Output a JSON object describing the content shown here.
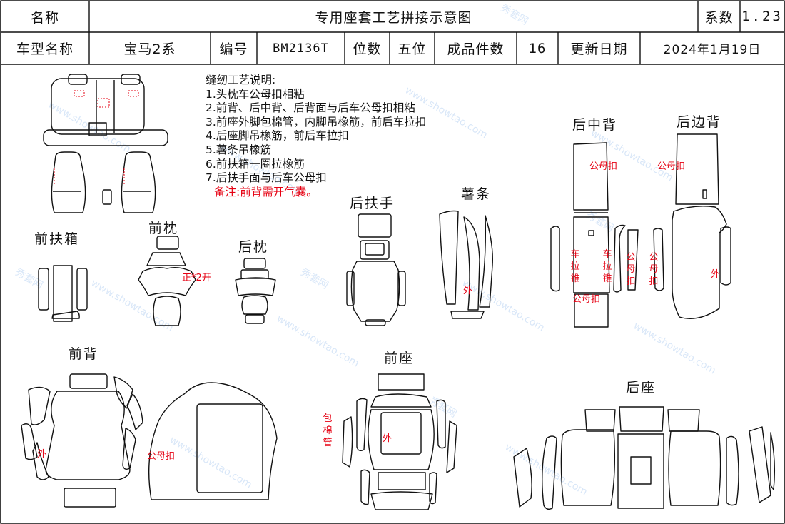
{
  "header": {
    "name_label": "名称",
    "title": "专用座套工艺拼接示意图",
    "coef_label": "系数",
    "coef_value": "1.23",
    "model_label": "车型名称",
    "model_value": "宝马2系",
    "code_label": "编号",
    "code_value": "BM2136T",
    "seats_label": "位数",
    "seats_value": "五位",
    "pieces_label": "成品件数",
    "pieces_value": "16",
    "date_label": "更新日期",
    "date_value": "2024年1月19日"
  },
  "notes": {
    "title": "缝纫工艺说明:",
    "items": [
      "1.头枕车公母扣相粘",
      "2.前背、后中背、后背面与后车公母扣相粘",
      "3.前座外脚包棉管，内脚吊橡筋，前后车拉扣",
      "4.后座脚吊橡筋，前后车拉扣",
      "5.薯条吊橡筋",
      "6.前扶箱一圈拉橡筋",
      "7.后扶手面与后车公母扣"
    ],
    "remark": "备注:前背需开气囊。"
  },
  "parts": {
    "front_armrest": "前扶箱",
    "front_pillow": "前枕",
    "rear_pillow": "后枕",
    "rear_armrest": "后扶手",
    "fries": "薯条",
    "rear_middle_back": "后中背",
    "rear_side_back": "后边背",
    "front_back": "前背",
    "front_seat": "前座",
    "rear_seat": "后座"
  },
  "annotations": {
    "pillow_cut": "正*2开",
    "outer": "外",
    "snap": "公母扣",
    "zipper_vertical": "车拉锥",
    "snap_vertical": "公母扣",
    "cotton_tube_vertical": "包棉管"
  },
  "watermark": {
    "brand": "秀套网",
    "site": "www.showtao.com"
  },
  "colors": {
    "line": "#111111",
    "annotation_red": "#e60012"
  }
}
